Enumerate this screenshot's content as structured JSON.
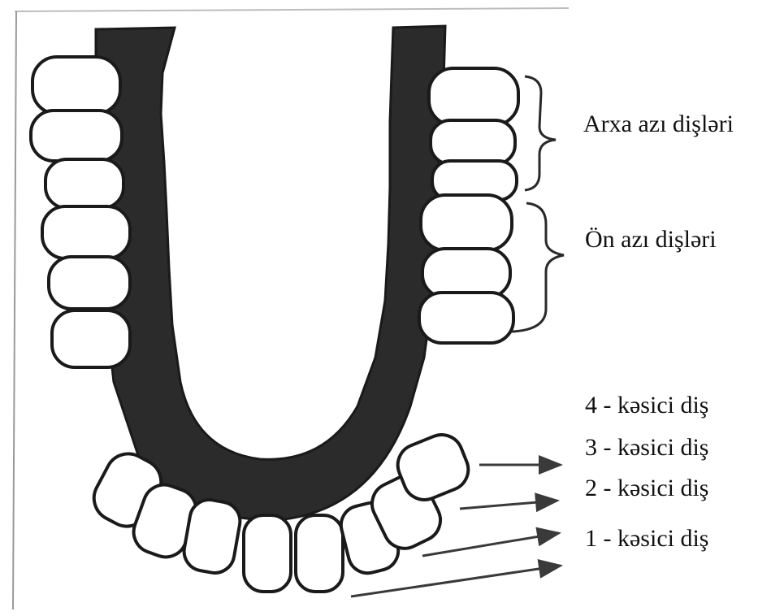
{
  "labels": {
    "molars": "Arxa azı dişləri",
    "premolars": "Ön azı dişləri",
    "incisor_4": "4 - kəsici diş",
    "incisor_3": "3 - kəsici diş",
    "incisor_2": "2 - kəsici diş",
    "incisor_1": "1 - kəsici diş"
  },
  "colors": {
    "gum": "#2b2b2b",
    "tooth_fill": "#ffffff",
    "outline": "#1a1a1a",
    "paper_edge": "#9a9a9a",
    "arrow": "#3a3a3a"
  }
}
